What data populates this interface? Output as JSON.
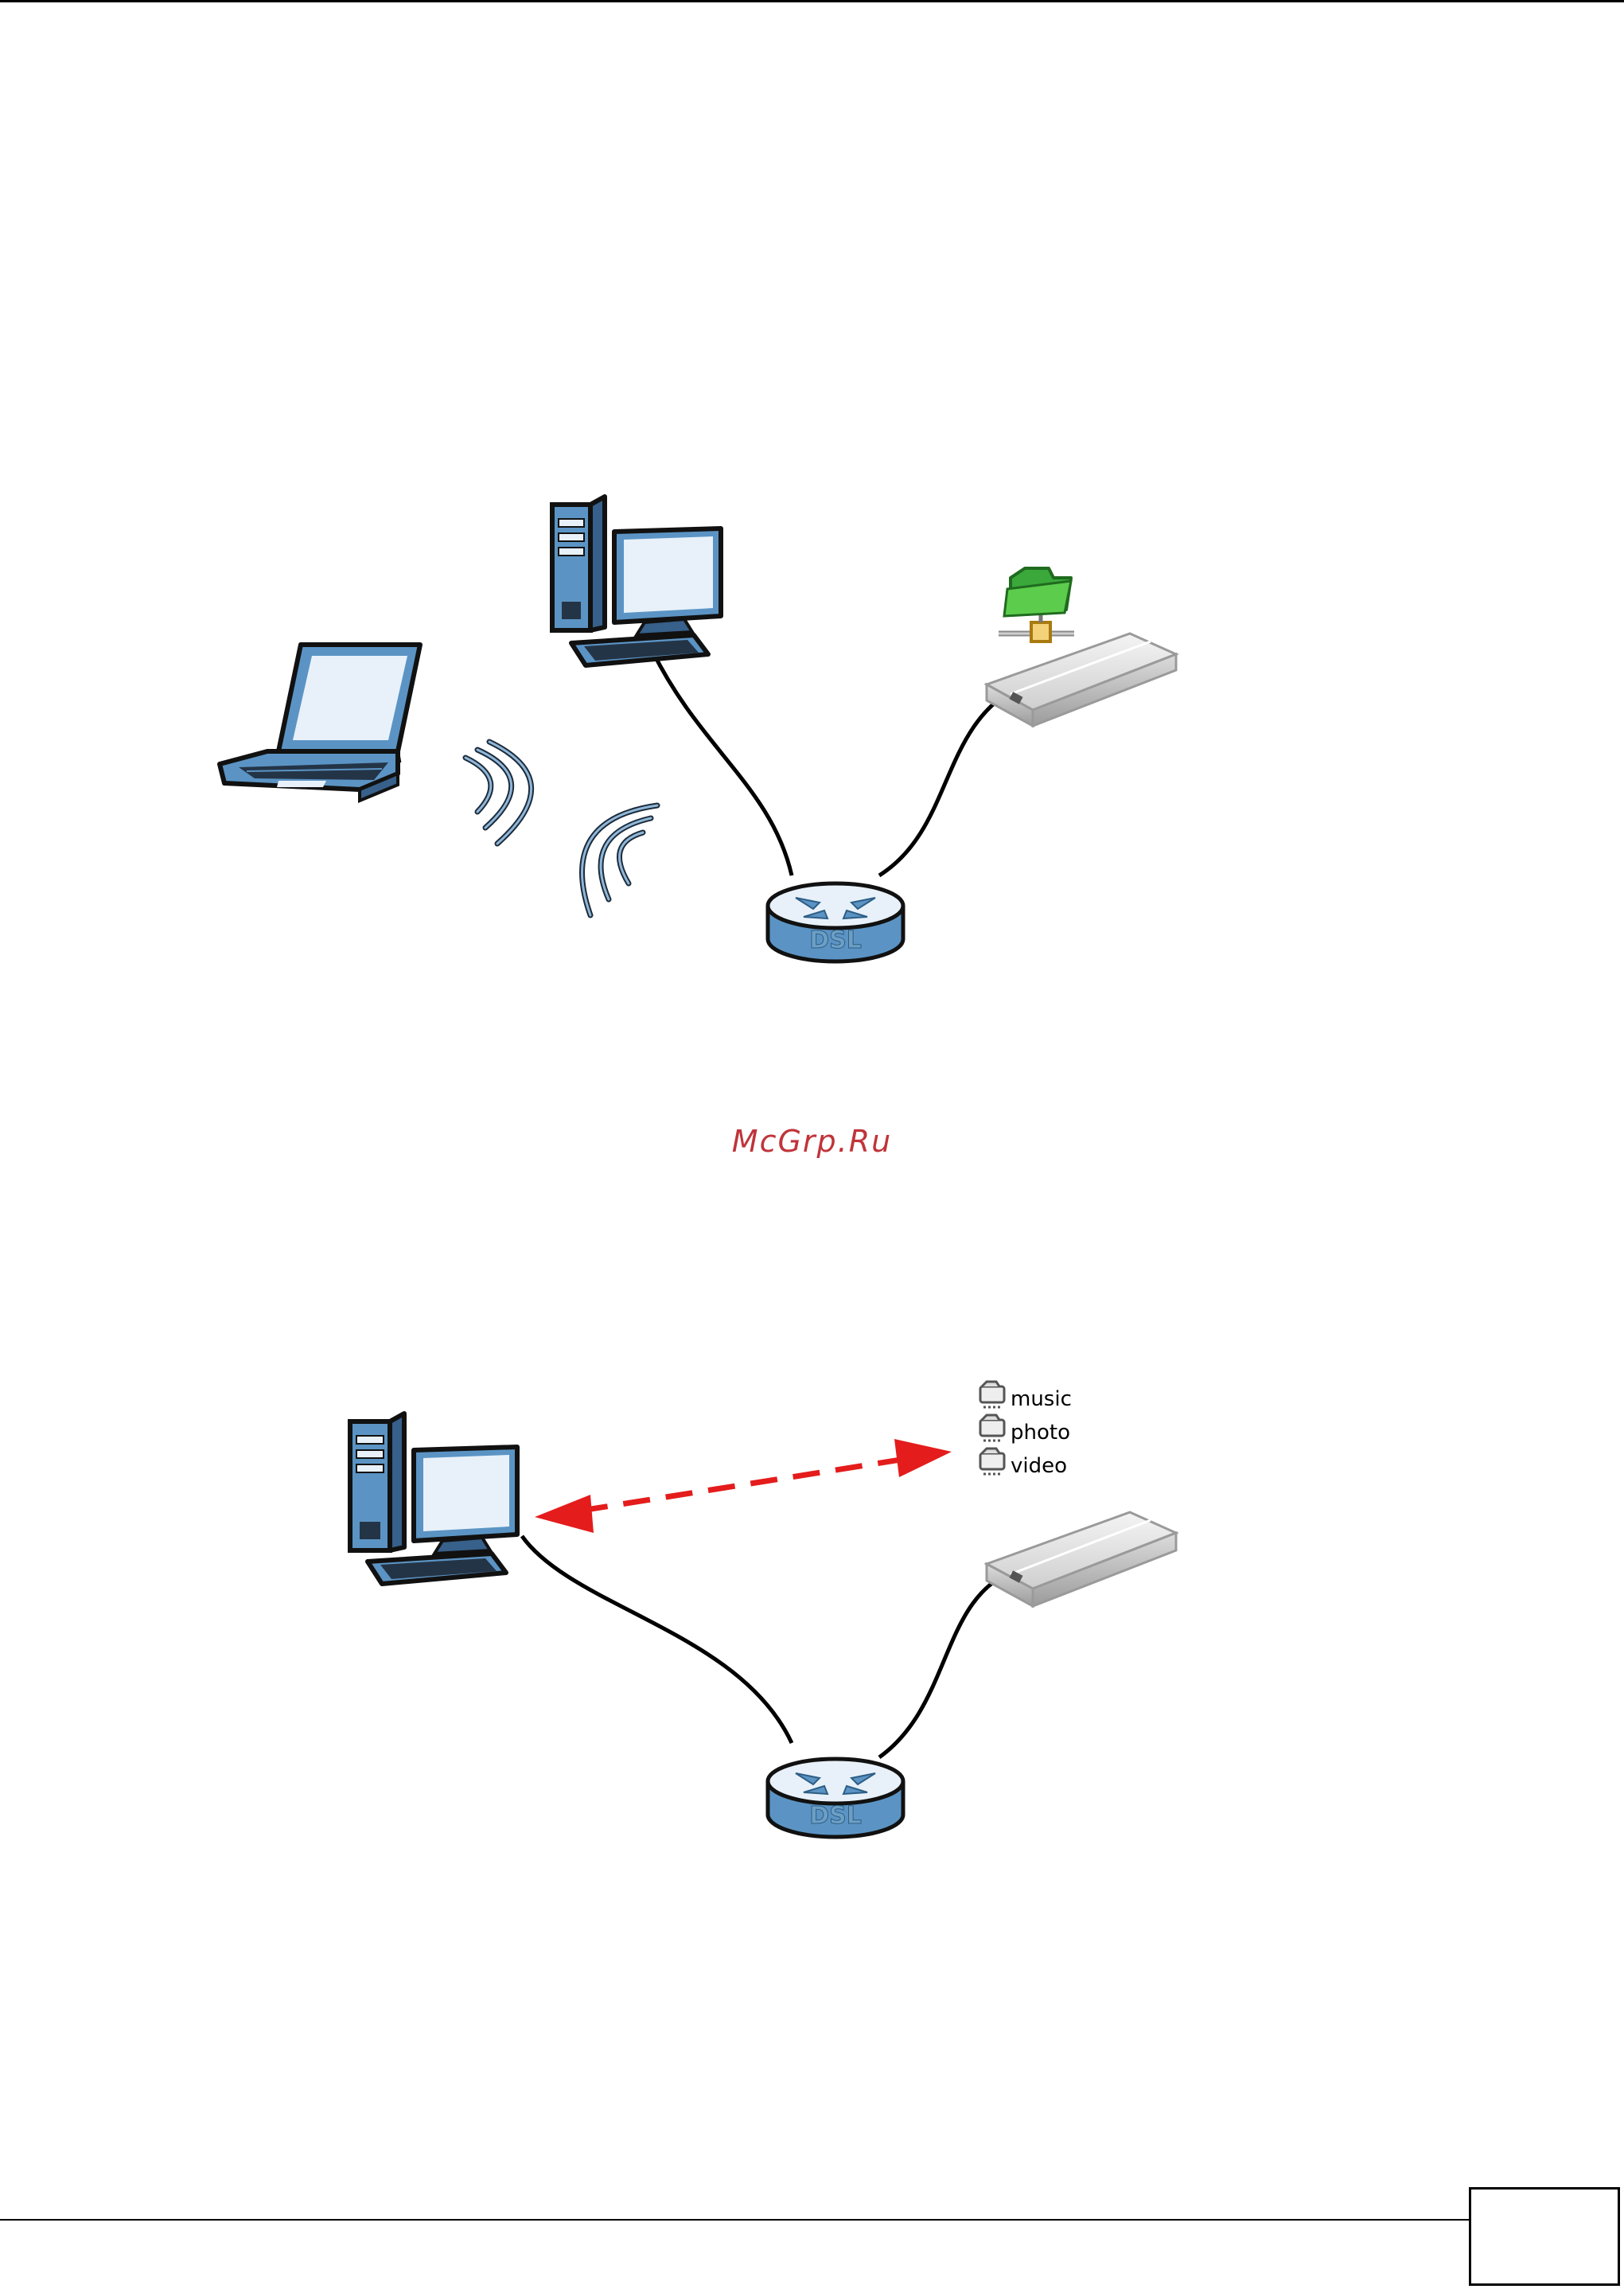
{
  "router_label": "DSL",
  "watermark": "McGrp.Ru",
  "shared_folders": [
    "music",
    "photo",
    "video"
  ],
  "page_number": "",
  "colors": {
    "device_blue": "#5b94c4",
    "screen_light": "#e8f1f9",
    "arrow_red": "#e41c1c",
    "folder_green": "#3aa83a",
    "watermark": "#c0343a"
  },
  "icons": {
    "laptop": "laptop-icon",
    "desktop": "desktop-computer-icon",
    "router": "dsl-router-icon",
    "storage": "external-storage-icon",
    "shared": "shared-folder-icon",
    "wireless": "wireless-signal-icon"
  }
}
